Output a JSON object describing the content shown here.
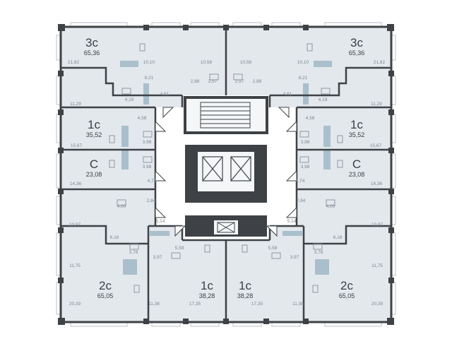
{
  "colors": {
    "floor": "#e3e8ed",
    "wall": "#3e4246",
    "core": "#f4f6f8",
    "accent": "#a9bfcc",
    "window": "#c5ced6",
    "text": "#3a3f44",
    "room_text": "#7b8590"
  },
  "apartments": [
    {
      "id": "a1",
      "type": "3с",
      "area": "65,36"
    },
    {
      "id": "a2",
      "type": "3с",
      "area": "65,36"
    },
    {
      "id": "a3",
      "type": "1с",
      "area": "35,52"
    },
    {
      "id": "a4",
      "type": "1с",
      "area": "35,52"
    },
    {
      "id": "a5",
      "type": "С",
      "area": "23,08"
    },
    {
      "id": "a6",
      "type": "С",
      "area": "23,08"
    },
    {
      "id": "a7",
      "type": "2с",
      "area": "65,05"
    },
    {
      "id": "a8",
      "type": "2с",
      "area": "65,05"
    },
    {
      "id": "a9",
      "type": "1с",
      "area": "38,28"
    },
    {
      "id": "a10",
      "type": "1с",
      "area": "38,28"
    }
  ],
  "rooms": [
    "10,10",
    "10,58",
    "10,58",
    "10,10",
    "21,82",
    "21,82",
    "8,21",
    "8,21",
    "2,88",
    "2,97",
    "2,97",
    "2,88",
    "4,61",
    "4,61",
    "4,19",
    "4,19",
    "11,29",
    "11,29",
    "4,58",
    "4,58",
    "3,98",
    "3,98",
    "15,67",
    "15,67",
    "3,98",
    "3,98",
    "4,74",
    "4,74",
    "14,36",
    "14,36",
    "2,84",
    "2,84",
    "4,00",
    "4,00",
    "5,14",
    "5,14",
    "10,97",
    "10,97",
    "6,18",
    "6,18",
    "5,58",
    "5,58",
    "3,78",
    "3,78",
    "3,97",
    "3,97",
    "11,75",
    "11,75",
    "11,38",
    "11,38",
    "17,35",
    "17,35",
    "20,39",
    "20,39"
  ]
}
